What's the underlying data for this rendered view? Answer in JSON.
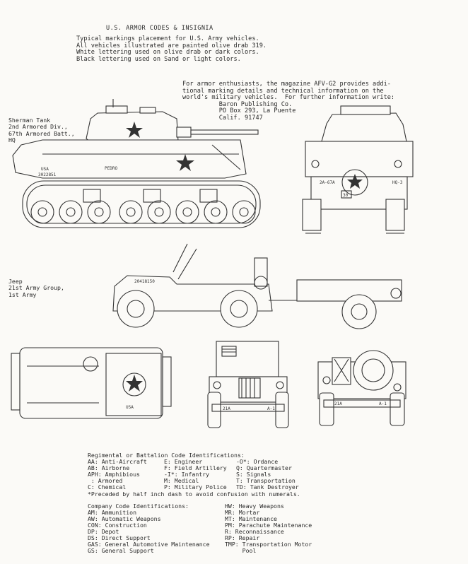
{
  "header": {
    "title": "U.S. ARMOR CODES & INSIGNIA",
    "intro_lines": [
      "Typical markings placement for U.S. Army vehicles.",
      "All vehicles illustrated are painted olive drab 319.",
      "White lettering used on olive drab or dark colors.",
      "Black lettering used on Sand or light colors."
    ]
  },
  "afv_note": {
    "lines": [
      "For armor enthusiasts, the magazine AFV-G2 provides addi-",
      "tional marking details and technical information on the",
      "world's military vehicles.  For further information write:",
      "          Baron Publishing Co.",
      "          PO Box 293, La Puente",
      "          Calif. 91747"
    ]
  },
  "sherman": {
    "label_lines": [
      "Sherman Tank",
      "2nd Armored Div.,",
      "67th Armored Batt.,",
      "HQ"
    ],
    "serial": "3022851",
    "usa": "USA",
    "name": "PEDRO",
    "front_left_code": "2A-67A",
    "front_right_code": "HQ-3",
    "bumper_number": "30"
  },
  "jeep": {
    "label_lines": [
      "Jeep",
      "21st Army Group,",
      "1st Army"
    ],
    "hood_number": "20418150",
    "usa": "USA",
    "front_left_code": "21A",
    "front_right_code": "A-1",
    "rear_left_code": "21A",
    "rear_right_code": "A-1"
  },
  "regimental": {
    "heading": "Regimental or Battalion Code Identifications:",
    "col1": [
      "AA: Anti-Aircraft",
      "AB: Airborne",
      "APH: Amphibious",
      " : Armored",
      "C: Chemical"
    ],
    "col2": [
      "E: Engineer",
      "F: Field Artillery",
      "-I*: Infantry",
      "M: Medical",
      "P: Military Police"
    ],
    "col3": [
      "-O*: Ordance",
      "Q: Quartermaster",
      "S: Signals",
      "T: Transportation",
      "TD: Tank Destroyer"
    ],
    "footnote": "*Preceded by half inch dash to avoid confusion with numerals."
  },
  "company": {
    "heading": "Company Code Identifications:",
    "col1": [
      "AM: Ammunition",
      "AW: Automatic Weapons",
      "CON: Construction",
      "DP: Depot",
      "DS: Direct Support",
      "GAS: General Automotive Maintenance",
      "GS: General Support"
    ],
    "col2": [
      "HW: Heavy Weapons",
      "MR: Mortar",
      "MT: Maintenance",
      "PM: Parachute Maintenance",
      "R: Reconnaissance",
      "RP: Repair",
      "TMP: Transportation Motor",
      "     Pool"
    ]
  }
}
